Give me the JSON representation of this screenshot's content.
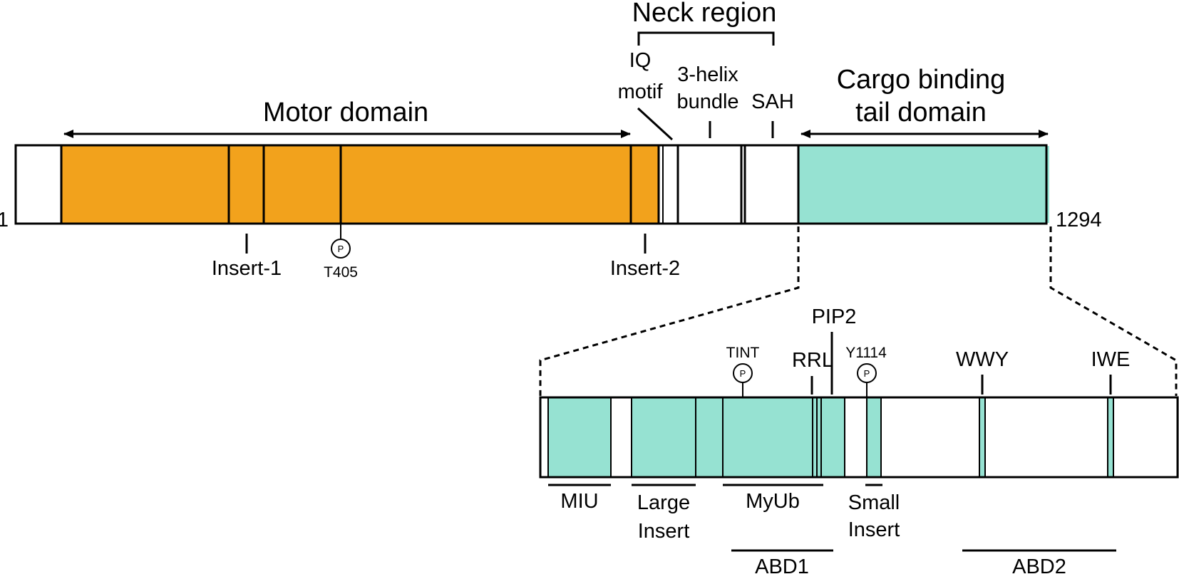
{
  "colors": {
    "motor": "#f2a21c",
    "tail": "#96e2d2",
    "outline": "#000000",
    "background": "#ffffff"
  },
  "main_bar": {
    "start_label": "1",
    "end_label": "1294",
    "motor_domain": "Motor domain",
    "neck_region": "Neck region",
    "iq_motif": [
      "IQ",
      "motif"
    ],
    "three_helix_bundle": [
      "3-helix",
      "bundle"
    ],
    "sah": "SAH",
    "cargo_binding": [
      "Cargo binding",
      "tail domain"
    ],
    "insert1": "Insert-1",
    "insert2": "Insert-2",
    "phospho_t405": "T405"
  },
  "tail_detail": {
    "pip2": "PIP2",
    "tint": "TINT",
    "rrl": "RRL",
    "y1114": "Y1114",
    "wwy": "WWY",
    "iwe": "IWE",
    "miu": "MIU",
    "large_insert": [
      "Large",
      "Insert"
    ],
    "myub": "MyUb",
    "small_insert": [
      "Small",
      "Insert"
    ],
    "abd1": "ABD1",
    "abd2": "ABD2"
  },
  "phospho_symbol": "P"
}
